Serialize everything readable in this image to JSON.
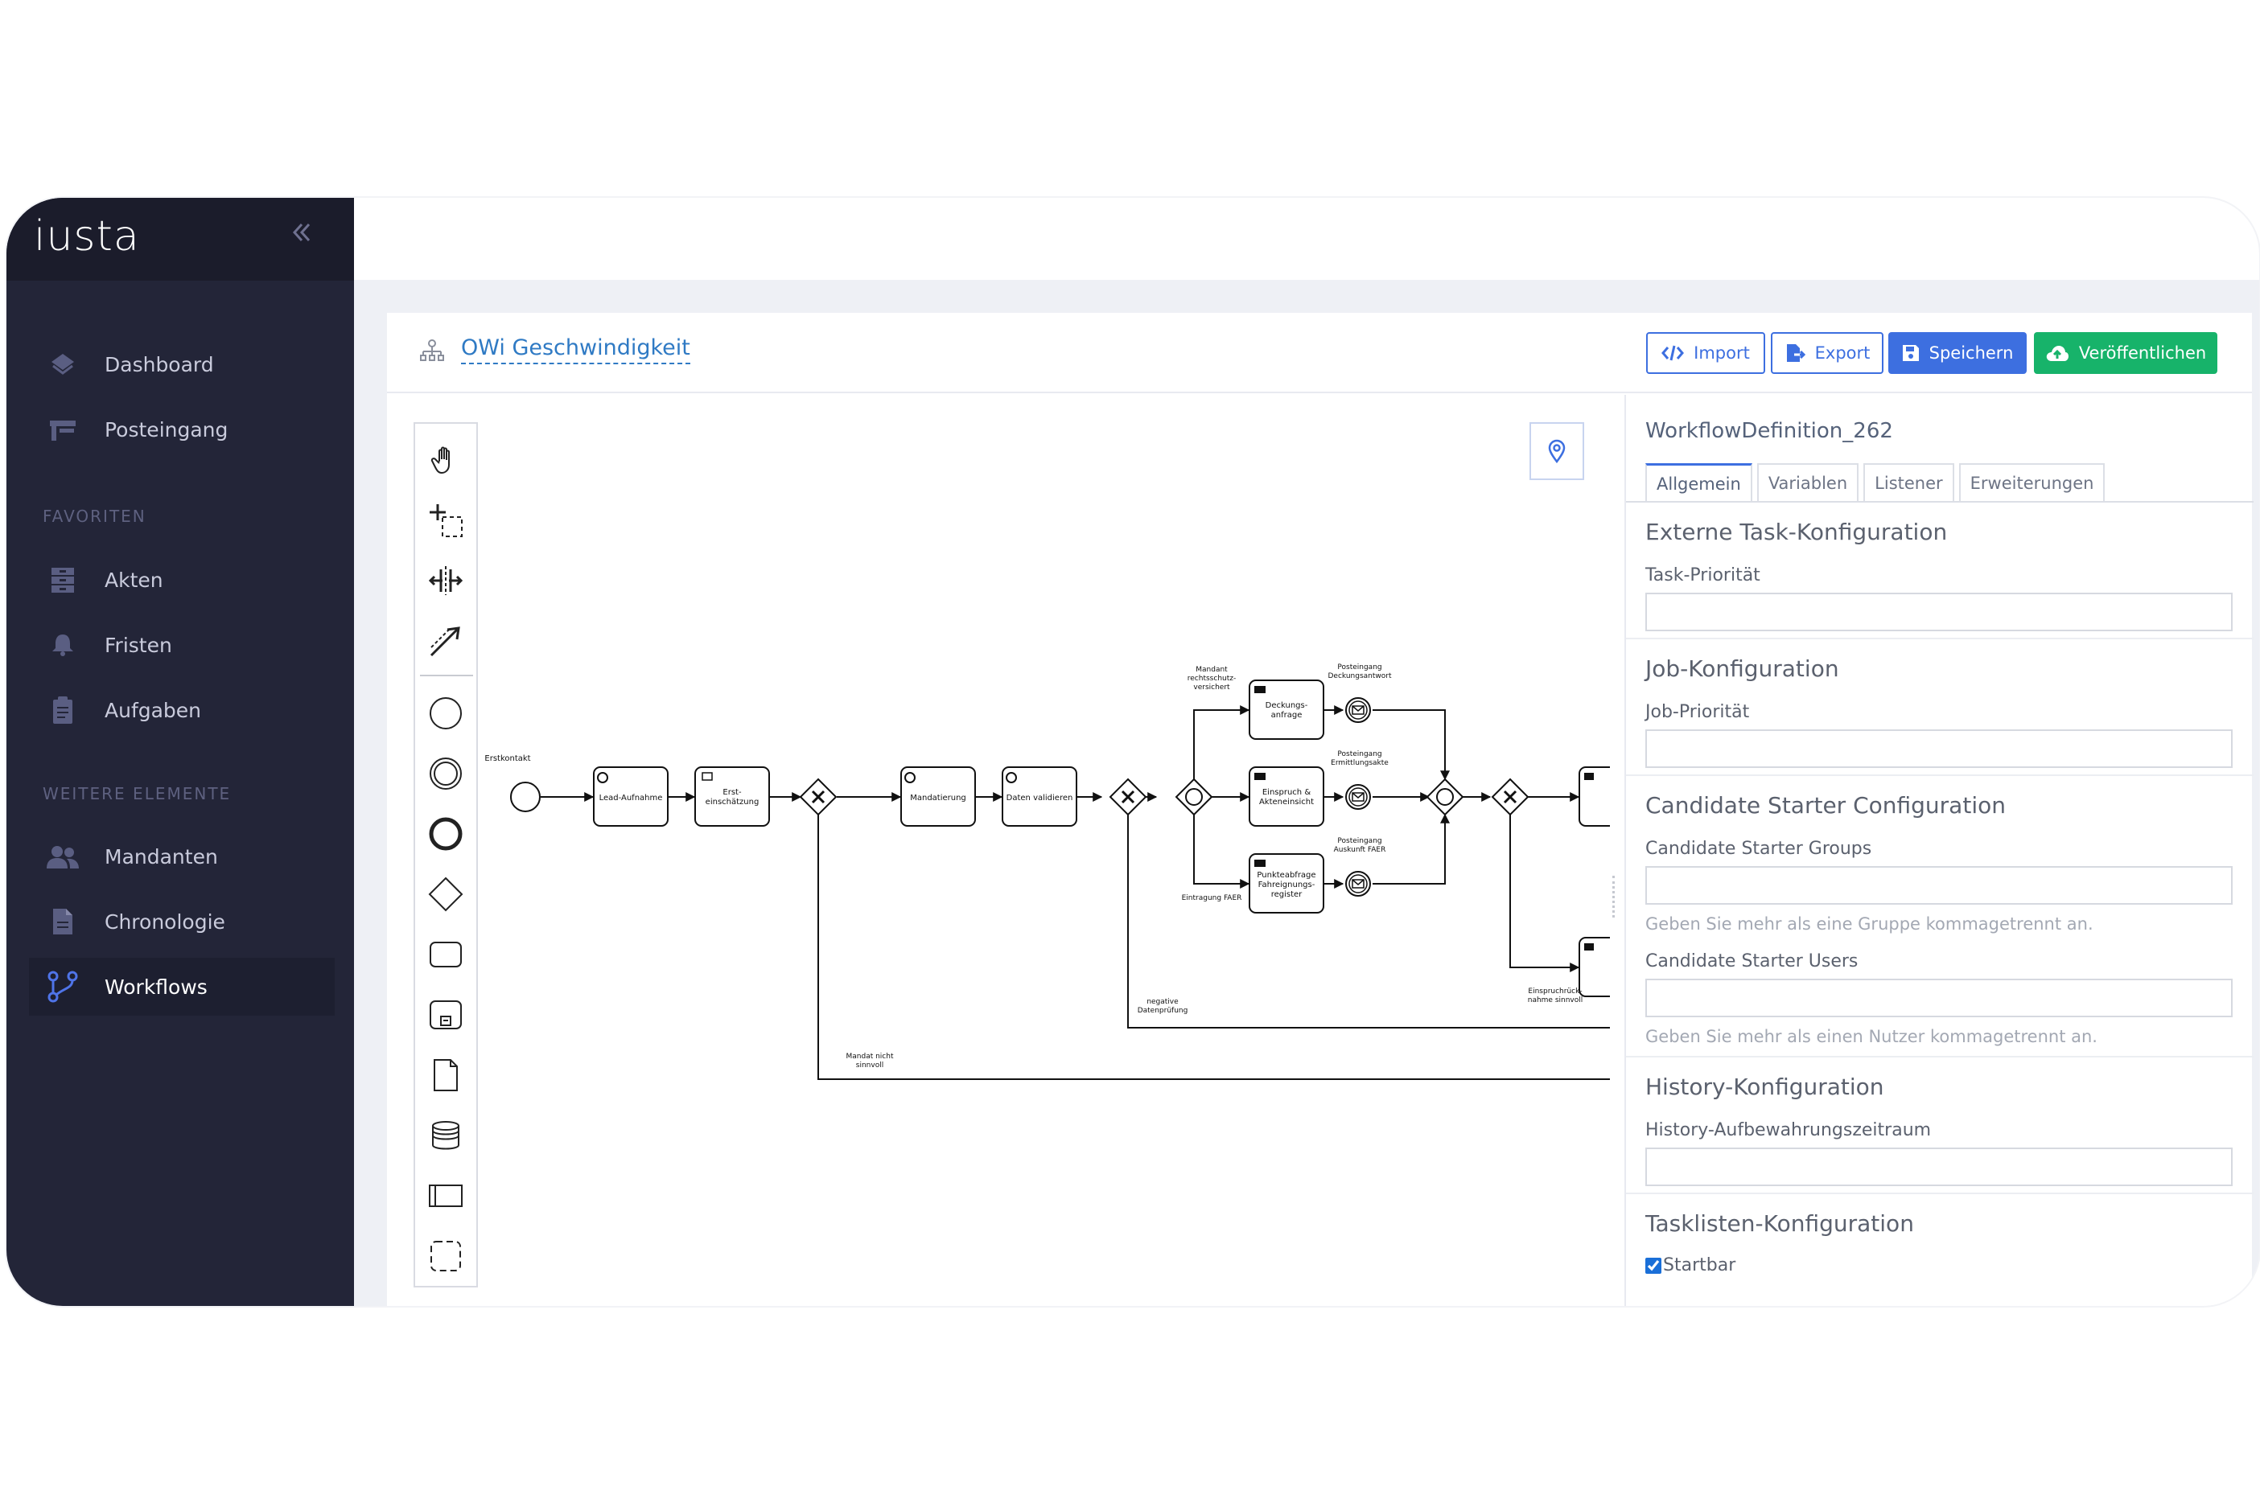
{
  "app": {
    "logo": "iusta",
    "collapse_icon": "double-chevron-left-icon"
  },
  "sidebar": {
    "items": [
      {
        "label": "Dashboard",
        "icon": "layers-icon"
      },
      {
        "label": "Posteingang",
        "icon": "inbox-icon"
      }
    ],
    "sections": [
      {
        "title": "FAVORITEN",
        "items": [
          {
            "label": "Akten",
            "icon": "archive-icon"
          },
          {
            "label": "Fristen",
            "icon": "bell-icon"
          },
          {
            "label": "Aufgaben",
            "icon": "clipboard-icon"
          }
        ]
      },
      {
        "title": "WEITERE ELEMENTE",
        "items": [
          {
            "label": "Mandanten",
            "icon": "users-icon"
          },
          {
            "label": "Chronologie",
            "icon": "document-icon"
          },
          {
            "label": "Workflows",
            "icon": "workflow-icon",
            "active": true
          }
        ]
      }
    ],
    "colors": {
      "background": "#232538",
      "active_icon": "#4f74e8"
    }
  },
  "header": {
    "process_title": "OWi Geschwindigkeit",
    "buttons": {
      "import": "Import",
      "export": "Export",
      "save": "Speichern",
      "publish": "Veröffentlichen"
    },
    "colors": {
      "primary": "#3d6fe0",
      "success": "#17b36a"
    }
  },
  "diagram": {
    "labels": {
      "start": "Erstkontakt",
      "lead": "Lead-Aufnahme",
      "erst1": "Erst-",
      "erst2": "einschätzung",
      "mandatierung": "Mandatierung",
      "daten": "Daten validieren",
      "deckung1": "Deckungs-",
      "deckung2": "anfrage",
      "einspruch1": "Einspruch &",
      "einspruch2": "Akteneinsicht",
      "punkte1": "Punkteabfrage",
      "punkte2": "Fahreignungs-",
      "punkte3": "register",
      "mandant1": "Mandant",
      "mandant2": "rechtsschutz-",
      "mandant3": "versichert",
      "eintragung": "Eintragung FAER",
      "post1a": "Posteingang",
      "post1b": "Deckungsantwort",
      "post2a": "Posteingang",
      "post2b": "Ermittlungsakte",
      "post3a": "Posteingang",
      "post3b": "Auskunft FAER",
      "negativ1": "negative",
      "negativ2": "Datenprüfung",
      "mandatnicht1": "Mandat nicht",
      "mandatnicht2": "sinnvoll",
      "einspruchr1": "Einspruchrück-",
      "einspruchr2": "nahme sinnvoll"
    }
  },
  "panel": {
    "title": "WorkflowDefinition_262",
    "tabs": [
      "Allgemein",
      "Variablen",
      "Listener",
      "Erweiterungen"
    ],
    "sections": {
      "task": {
        "title": "Externe Task-Konfiguration",
        "field": "Task-Priorität",
        "value": ""
      },
      "job": {
        "title": "Job-Konfiguration",
        "field": "Job-Priorität",
        "value": ""
      },
      "starter": {
        "title": "Candidate Starter Configuration",
        "groups_label": "Candidate Starter Groups",
        "groups_value": "",
        "groups_hint": "Geben Sie mehr als eine Gruppe kommagetrennt an.",
        "users_label": "Candidate Starter Users",
        "users_value": "",
        "users_hint": "Geben Sie mehr als einen Nutzer kommagetrennt an."
      },
      "history": {
        "title": "History-Konfiguration",
        "field": "History-Aufbewahrungszeitraum",
        "value": ""
      },
      "tasklist": {
        "title": "Tasklisten-Konfiguration",
        "checkbox": "Startbar",
        "checked": true
      }
    }
  }
}
